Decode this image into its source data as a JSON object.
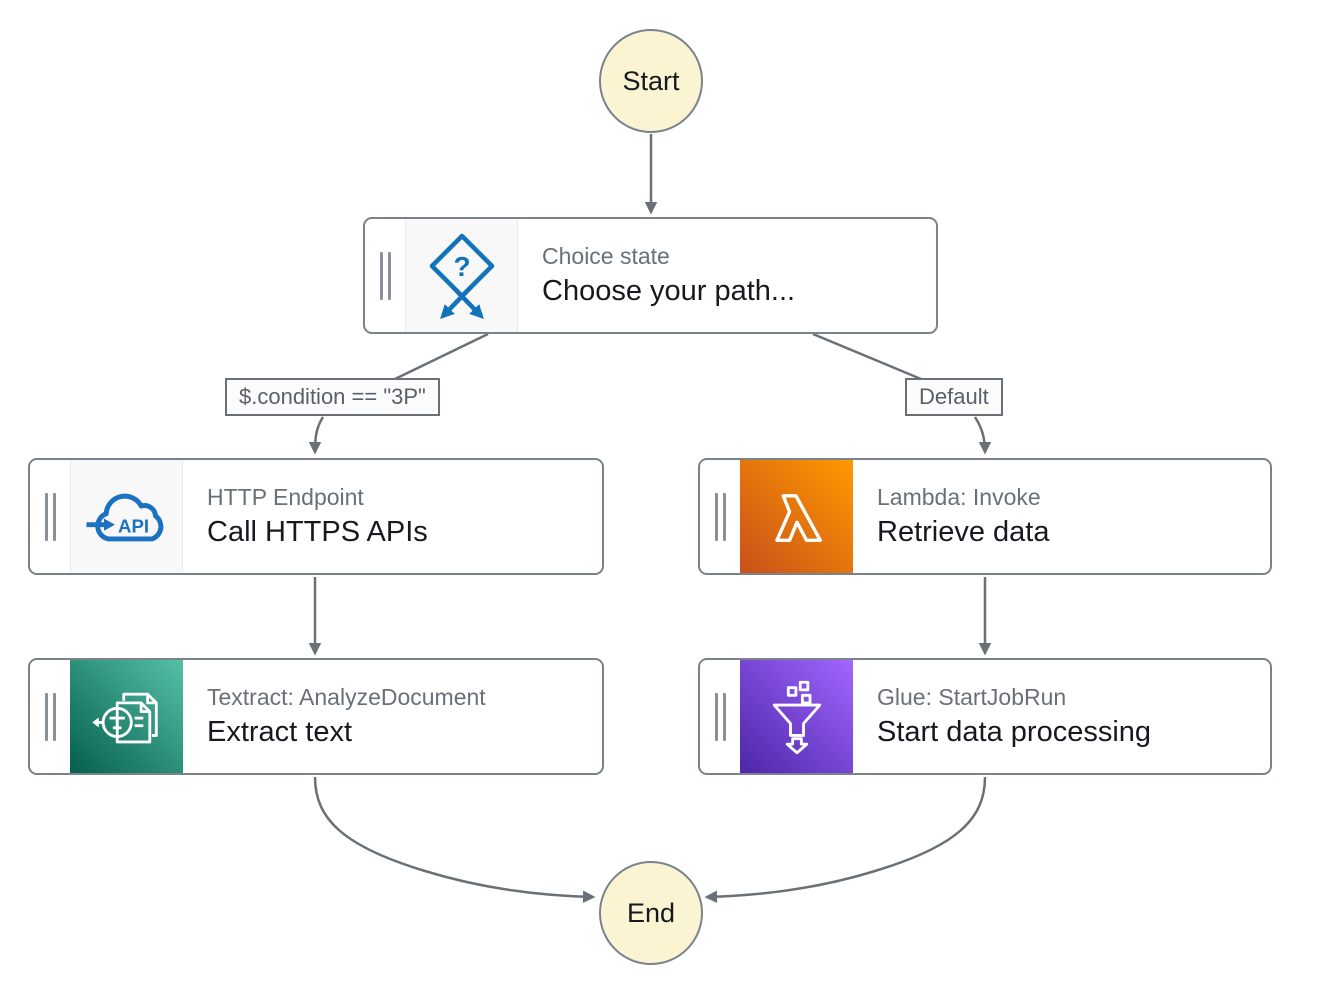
{
  "diagram": {
    "start_label": "Start",
    "end_label": "End",
    "nodes": {
      "choice": {
        "type_label": "Choice state",
        "name": "Choose your path..."
      },
      "http": {
        "type_label": "HTTP Endpoint",
        "name": "Call HTTPS APIs"
      },
      "lambda": {
        "type_label": "Lambda: Invoke",
        "name": "Retrieve data"
      },
      "textract": {
        "type_label": "Textract: AnalyzeDocument",
        "name": "Extract text"
      },
      "glue": {
        "type_label": "Glue: StartJobRun",
        "name": "Start data processing"
      }
    },
    "edge_labels": {
      "condition": "$.condition == \"3P\"",
      "default": "Default"
    },
    "edges": [
      {
        "from": "Start",
        "to": "Choose your path..."
      },
      {
        "from": "Choose your path...",
        "to": "Call HTTPS APIs",
        "label": "$.condition == \"3P\""
      },
      {
        "from": "Choose your path...",
        "to": "Retrieve data",
        "label": "Default"
      },
      {
        "from": "Call HTTPS APIs",
        "to": "Extract text"
      },
      {
        "from": "Retrieve data",
        "to": "Start data processing"
      },
      {
        "from": "Extract text",
        "to": "End"
      },
      {
        "from": "Start data processing",
        "to": "End"
      }
    ],
    "icons": {
      "choice": "choice-diamond-question-icon",
      "http": "api-cloud-icon",
      "lambda": "lambda-icon",
      "textract": "textract-document-search-icon",
      "glue": "glue-funnel-icon"
    },
    "colors": {
      "edge_gray": "#697077",
      "node_border": "#7a828d",
      "terminal_fill": "#FAF4D2",
      "type_text": "#687078",
      "name_text": "#16191F",
      "choice_blue": "#1273BB",
      "http_blue": "#1B72C2",
      "lambda_gradient": [
        "#C8511B",
        "#FF9900"
      ],
      "textract_gradient": [
        "#055F4E",
        "#56C0A7"
      ],
      "glue_gradient": [
        "#4D27A8",
        "#A166FF"
      ]
    }
  }
}
